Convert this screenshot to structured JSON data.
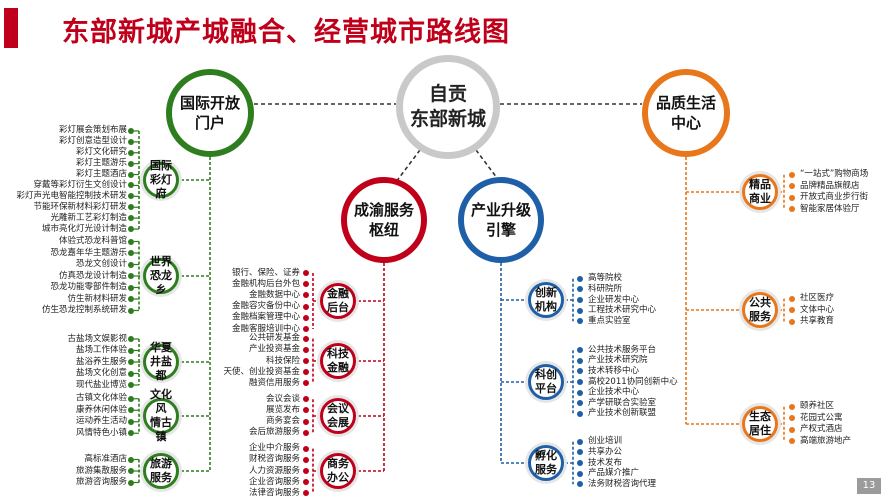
{
  "title": "东部新城产城融合、经营城市路线图",
  "page_number": "13",
  "center": {
    "line1": "自贡",
    "line2": "东部新城"
  },
  "hubs": {
    "intl": {
      "line1": "国际开放",
      "line2": "门户"
    },
    "chengyu": {
      "line1": "成渝服务",
      "line2": "枢纽"
    },
    "industry": {
      "line1": "产业升级",
      "line2": "引擎"
    },
    "life": {
      "line1": "品质生活",
      "line2": "中心"
    }
  },
  "intl_nodes": [
    {
      "label1": "国际",
      "label2": "彩灯府",
      "items": [
        "彩灯展会策划布展",
        "彩灯创意造型设计",
        "彩灯文化研究",
        "彩灯主题游乐",
        "彩灯主题酒店",
        "穿戴等彩灯衍生文创设计",
        "彩灯声光电智能控制技术研发",
        "节能环保新材料彩灯研发",
        "光雕新工艺彩灯制造",
        "城市亮化灯光设计制造"
      ]
    },
    {
      "label1": "世界",
      "label2": "恐龙乡",
      "items": [
        "体验式恐龙科普馆",
        "恐龙嘉年华主题游乐",
        "恐龙文创设计",
        "仿真恐龙设计制造",
        "恐龙功能零部件制造",
        "仿生新材料研发",
        "仿生恐龙控制系统研发"
      ]
    },
    {
      "label1": "华夏",
      "label2": "井盐都",
      "items": [
        "古盐场文娱影视",
        "盐场工作体验",
        "盐浴养生服务",
        "盐场文化创意",
        "现代盐业博览"
      ]
    },
    {
      "label1": "文化风",
      "label2": "情古镇",
      "items": [
        "古镇文化体验",
        "康养休闲体验",
        "运动养生活动",
        "风情特色小镇"
      ]
    },
    {
      "label1": "旅游",
      "label2": "服务",
      "items": [
        "高标准酒店",
        "旅游集散服务",
        "旅游咨询服务"
      ]
    }
  ],
  "chengyu_nodes": [
    {
      "label1": "金融",
      "label2": "后台",
      "items": [
        "银行、保险、证券",
        "金融机构后台外包",
        "金融数据中心",
        "金融容灾备份中心",
        "金融档案管理中心",
        "金融客服培训中心"
      ]
    },
    {
      "label1": "科技",
      "label2": "金融",
      "items": [
        "公共研发基金",
        "产业投资基金",
        "科技保险",
        "天使、创业投资基金",
        "融资信用服务"
      ]
    },
    {
      "label1": "会议",
      "label2": "会展",
      "items": [
        "会议会谈",
        "展览发布",
        "商务宴会",
        "会后旅游服务"
      ]
    },
    {
      "label1": "商务",
      "label2": "办公",
      "items": [
        "企业中介服务",
        "财税咨询服务",
        "人力资源服务",
        "企业咨询服务",
        "法律咨询服务"
      ]
    }
  ],
  "industry_nodes": [
    {
      "label1": "创新",
      "label2": "机构",
      "items": [
        "高等院校",
        "科研院所",
        "企业研发中心",
        "工程技术研究中心",
        "重点实验室"
      ]
    },
    {
      "label1": "科创",
      "label2": "平台",
      "items": [
        "公共技术服务平台",
        "产业技术研究院",
        "技术转移中心",
        "高校2011协同创新中心",
        "企业技术中心",
        "产学研联合实验室",
        "产业技术创新联盟"
      ]
    },
    {
      "label1": "孵化",
      "label2": "服务",
      "items": [
        "创业培训",
        "共享办公",
        "技术发布",
        "产品媒介推广",
        "法务财税咨询代理"
      ]
    }
  ],
  "life_nodes": [
    {
      "label1": "精品",
      "label2": "商业",
      "items": [
        "“一站式”购物商场",
        "品牌精品旗舰店",
        "开放式商业步行街",
        "智能家居体验厅"
      ]
    },
    {
      "label1": "公共",
      "label2": "服务",
      "items": [
        "社区医疗",
        "文体中心",
        "共享教育"
      ]
    },
    {
      "label1": "生态",
      "label2": "居住",
      "items": [
        "颐养社区",
        "花园式公寓",
        "产权式酒店",
        "高端旅游地产"
      ]
    }
  ],
  "colors": {
    "title": "#c0001a",
    "green": "#2e7d1f",
    "red": "#c0001a",
    "blue": "#1f5fa8",
    "orange": "#e8761a"
  }
}
